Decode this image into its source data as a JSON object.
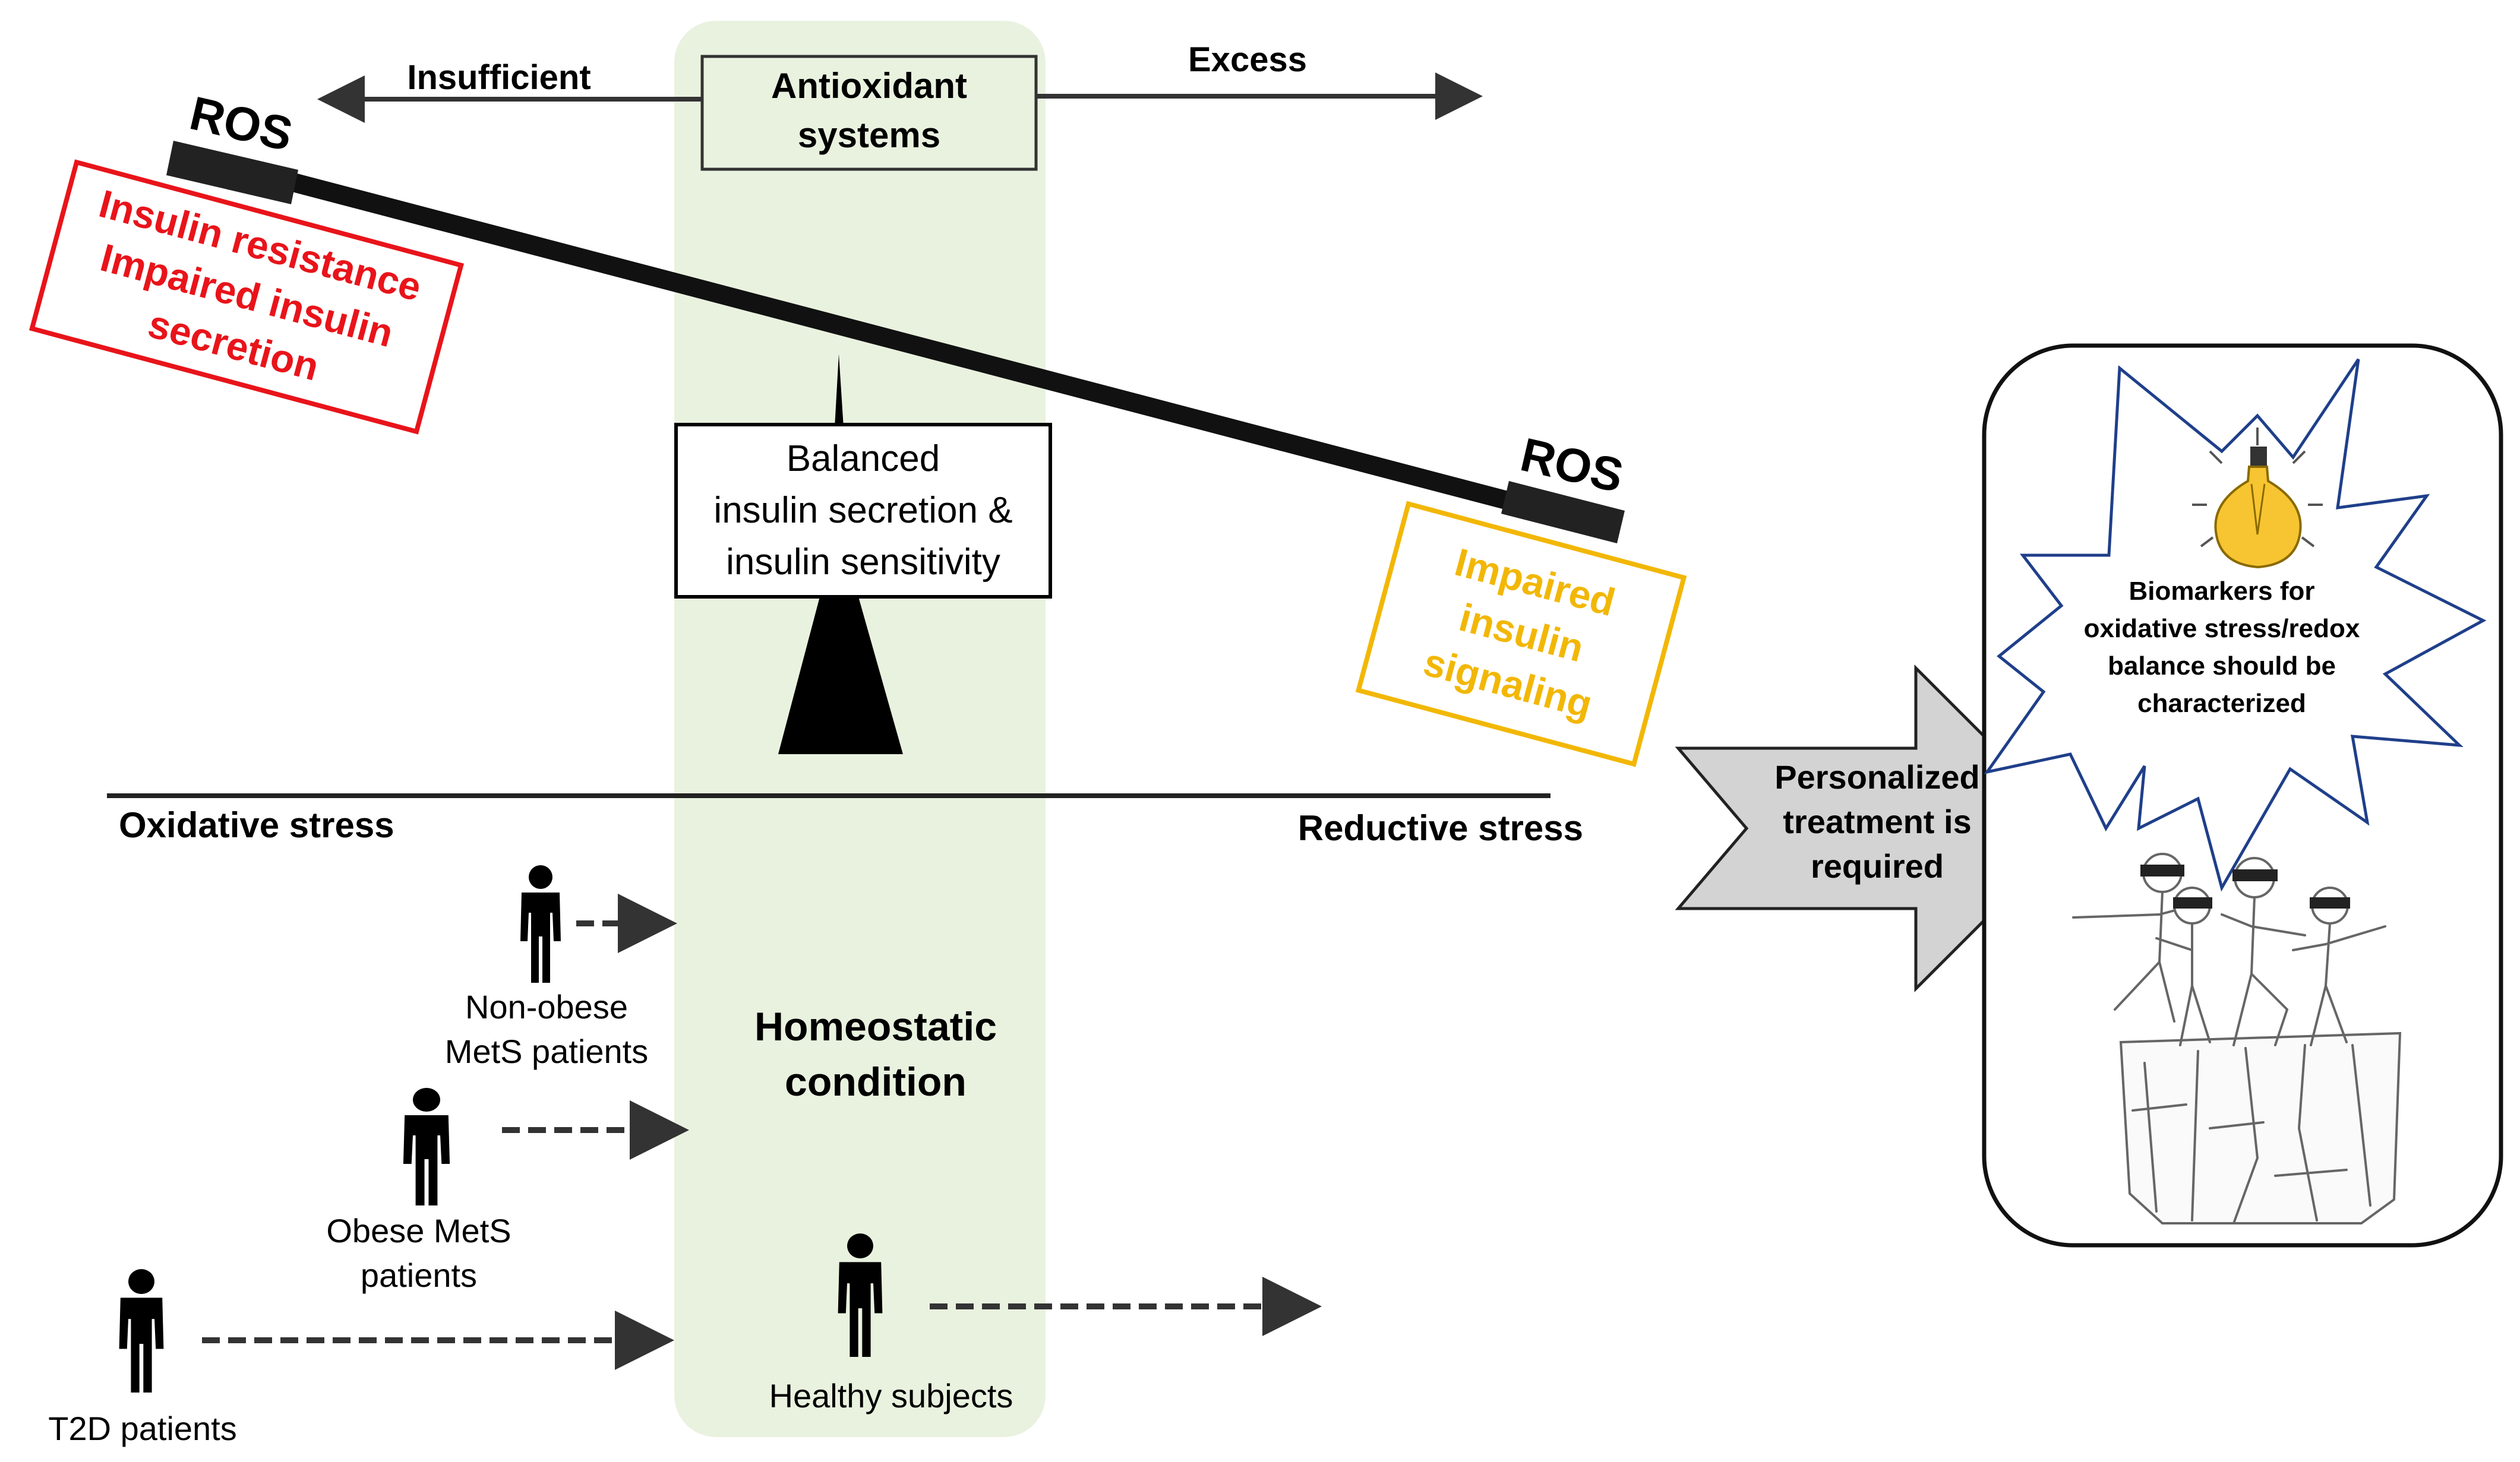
{
  "antioxidant_box": {
    "line1": "Antioxidant",
    "line2": "systems"
  },
  "arrows_top": {
    "left_label": "Insufficient",
    "right_label": "Excess"
  },
  "ros_left": "ROS",
  "ros_right": "ROS",
  "left_effect_box": {
    "lines": [
      "Insulin resistance",
      "Impaired insulin",
      "secretion"
    ],
    "color": "#e8141a"
  },
  "right_effect_box": {
    "lines": [
      "Impaired",
      "insulin",
      "signaling"
    ],
    "color": "#f2b705"
  },
  "balanced_box": {
    "lines": [
      "Balanced",
      "insulin secretion &",
      "insulin sensitivity"
    ]
  },
  "axis": {
    "left": "Oxidative stress",
    "right": "Reductive stress"
  },
  "homeostatic": {
    "line1": "Homeostatic",
    "line2": "condition",
    "bg_color": "#e9f2df"
  },
  "groups": {
    "nonobese": {
      "line1": "Non-obese",
      "line2": "MetS patients"
    },
    "obese": {
      "line1": "Obese MetS",
      "line2": "patients"
    },
    "t2d": {
      "line1": "T2D patients"
    },
    "healthy": {
      "line1": "Healthy subjects"
    }
  },
  "personalized": {
    "lines": [
      "Personalized",
      "treatment is",
      "required"
    ],
    "fill": "#d3d3d3"
  },
  "biomarkers": {
    "lines": [
      "Biomarkers for",
      "oxidative stress/redox",
      "balance should be",
      "characterized"
    ],
    "star_stroke": "#1f3f8a",
    "bulb_color": "#f7c531"
  }
}
